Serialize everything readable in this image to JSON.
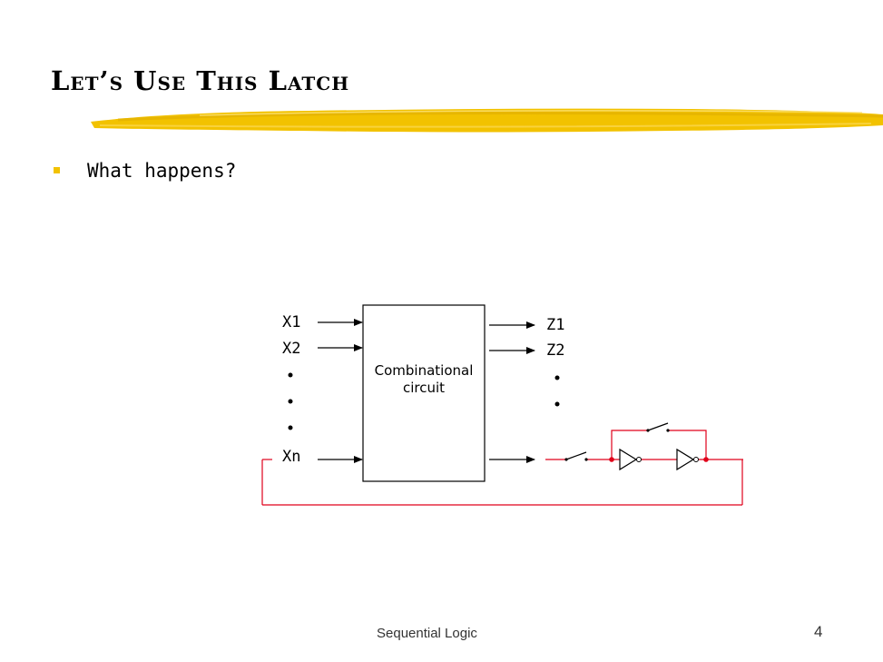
{
  "slide": {
    "title": "Let’s Use This Latch",
    "bullet": "What happens?",
    "footer": "Sequential Logic",
    "page_number": "4"
  },
  "diagram": {
    "box_label_line1": "Combinational",
    "box_label_line2": "circuit",
    "inputs": [
      "X1",
      "X2",
      "Xn"
    ],
    "outputs": [
      "Z1",
      "Z2"
    ]
  },
  "colors": {
    "text": "#000000",
    "accent_underline": "#f2c200",
    "bullet_marker": "#f2c200",
    "feedback_wire": "#e0001a",
    "footer": "#333333"
  },
  "icons": {
    "bullet": "square-bullet-icon",
    "inverter": "not-gate-icon",
    "switch": "switch-icon"
  }
}
